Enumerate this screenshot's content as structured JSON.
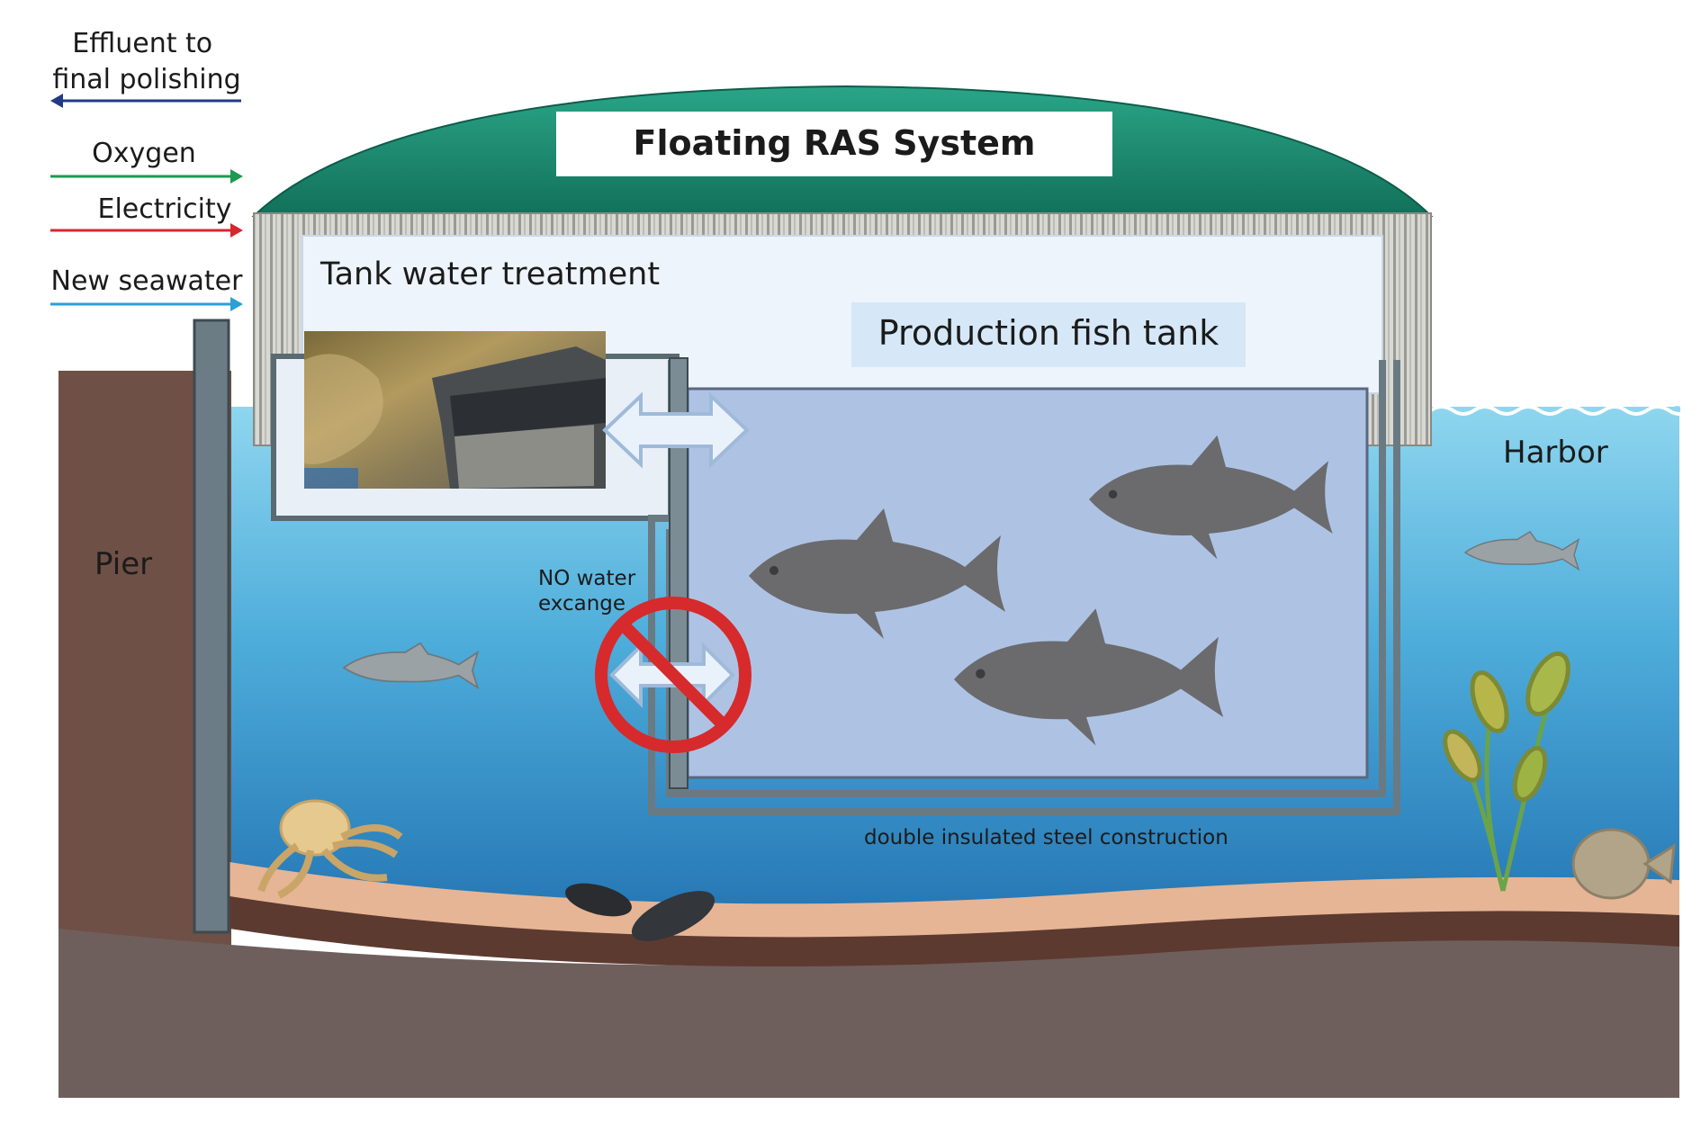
{
  "title": "Floating RAS System",
  "legend": {
    "effluent": "Effluent to\nfinal polishing",
    "oxygen": "Oxygen",
    "electricity": "Electricity",
    "new_seawater": "New seawater"
  },
  "labels": {
    "tank_water_treatment": "Tank water treatment",
    "production_fish_tank": "Production fish tank",
    "harbor": "Harbor",
    "pier": "Pier",
    "no_water_exchange": "NO water\nexcange",
    "double_insulated": "double insulated steel construction"
  },
  "colors": {
    "effluent_arrow": "#233a86",
    "oxygen_arrow": "#1c9a4f",
    "electricity_arrow": "#d8262f",
    "seawater_arrow": "#2b9fd6",
    "dome": "#1f8d6f",
    "water_top": "#7fd0ee",
    "water_bottom": "#2a82bf",
    "tank_water": "#a9c1e3",
    "pier": "#6d4f45",
    "sediment": "#e3b08c",
    "steel": "#6e7e86",
    "fish": "#6b6b6d",
    "prohibit": "#d52b2e"
  }
}
